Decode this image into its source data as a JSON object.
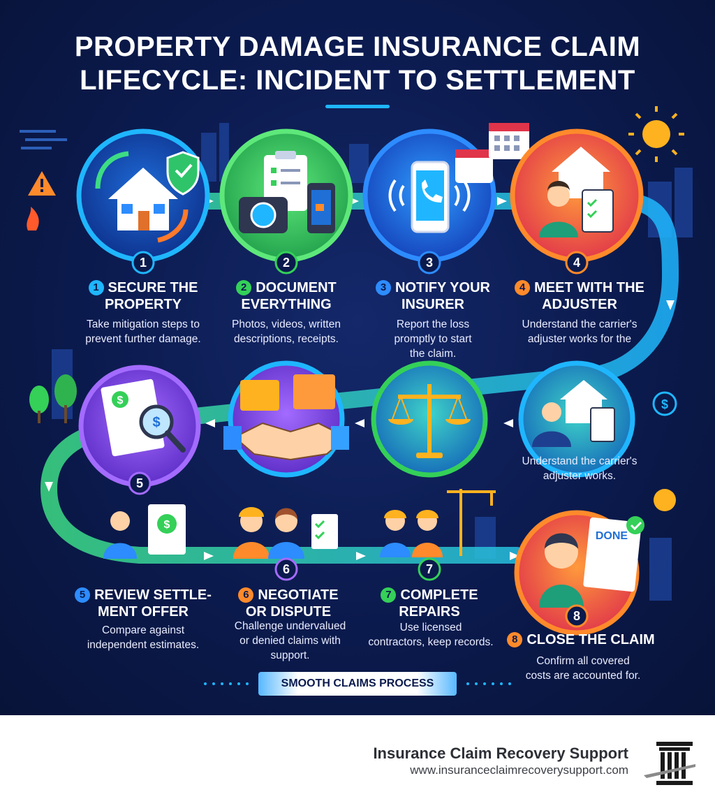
{
  "title": {
    "line1": "PROPERTY DAMAGE INSURANCE CLAIM",
    "line2": "LIFECYCLE: INCIDENT TO SETTLEMENT"
  },
  "steps": [
    {
      "number": "1",
      "title_lines": [
        "SECURE THE",
        "PROPERTY"
      ],
      "desc_lines": [
        "Take mitigation steps to",
        "prevent further damage."
      ],
      "color": "#1fb6ff"
    },
    {
      "number": "2",
      "title_lines": [
        "DOCUMENT",
        "EVERYTHING"
      ],
      "desc_lines": [
        "Photos, videos, written",
        "descriptions, receipts."
      ],
      "color": "#34d058"
    },
    {
      "number": "3",
      "title_lines": [
        "NOTIFY YOUR",
        "INSURER"
      ],
      "desc_lines": [
        "Report the loss",
        "promptly to start",
        "the claim."
      ],
      "color": "#2d8cff"
    },
    {
      "number": "4",
      "title_lines": [
        "MEET WITH THE",
        "ADJUSTER"
      ],
      "desc_lines": [
        "Understand the carrier's",
        "adjuster works for the"
      ],
      "color": "#ff8a2b"
    },
    {
      "number": "5",
      "title_lines": [
        "REVIEW SETTLE-",
        "MENT OFFER"
      ],
      "desc_lines": [
        "Compare against",
        "independent estimates."
      ],
      "color": "#2d8cff"
    },
    {
      "number": "6",
      "title_lines": [
        "NEGOTIATE",
        "OR DISPUTE"
      ],
      "desc_lines": [
        "Challenge undervalued",
        "or denied claims with",
        "support."
      ],
      "color": "#ff8a2b"
    },
    {
      "number": "7",
      "title_lines": [
        "COMPLETE",
        "REPAIRS"
      ],
      "desc_lines": [
        "Use licensed",
        "contractors, keep records."
      ],
      "color": "#34d058"
    },
    {
      "number": "8",
      "title_lines": [
        "CLOSE THE CLAIM"
      ],
      "desc_lines": [
        "Confirm all covered",
        "costs are accounted for."
      ],
      "color": "#ff8a2b"
    }
  ],
  "adjuster_note_lines": [
    "Understand the carrier's",
    "adjuster works."
  ],
  "clipboard_done": "DONE",
  "banner": "SMOOTH CLAIMS PROCESS",
  "footer": {
    "name": "Insurance Claim Recovery Support",
    "url": "www.insuranceclaimrecoverysupport.com"
  },
  "colors": {
    "background": "#0b1a4d",
    "accent_blue": "#1fb6ff",
    "accent_green": "#34d058",
    "accent_orange": "#ff8a2b",
    "accent_purple": "#8a4dff"
  },
  "icons": {
    "step1": "house-with-shield-icon",
    "step2": "camera-clipboard-phone-icon",
    "step3": "ringing-phone-calendar-icon",
    "step4": "adjuster-clipboard-icon",
    "adjuster_circle": "adjuster-with-house-icon",
    "scales_circle": "scales-of-justice-icon",
    "handshake_circle": "handshake-folders-icon",
    "step5": "settlement-document-magnifier-icon",
    "step6": "workers-clipboard-icon",
    "step7": "construction-workers-crane-icon",
    "step8": "done-document-icon"
  }
}
